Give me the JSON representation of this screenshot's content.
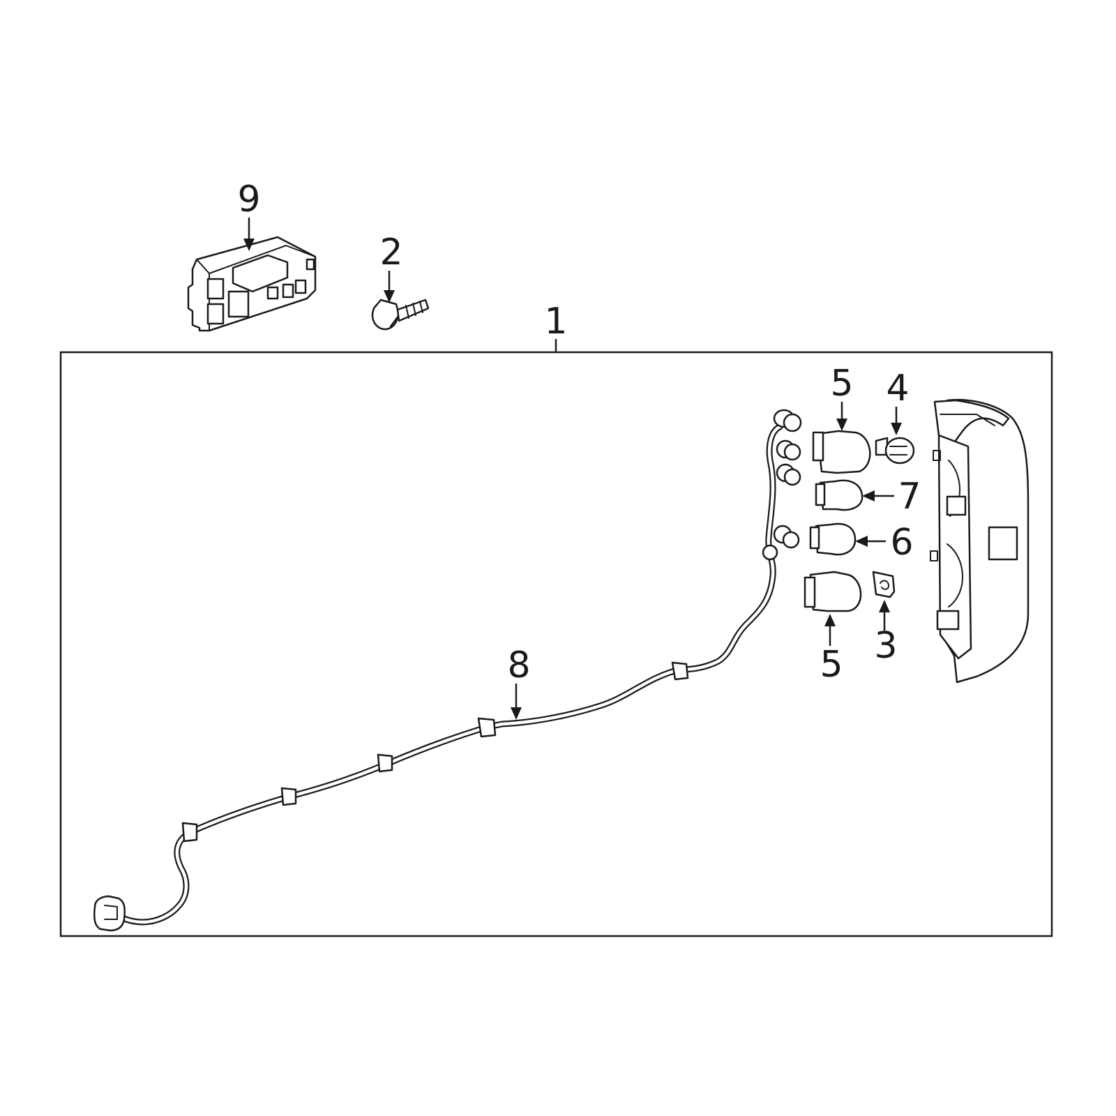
{
  "diagram": {
    "type": "exploded-parts-diagram",
    "callouts": {
      "c1": "1",
      "c2": "2",
      "c3": "3",
      "c4": "4",
      "c5a": "5",
      "c5b": "5",
      "c6": "6",
      "c7": "7",
      "c8": "8",
      "c9": "9"
    }
  }
}
